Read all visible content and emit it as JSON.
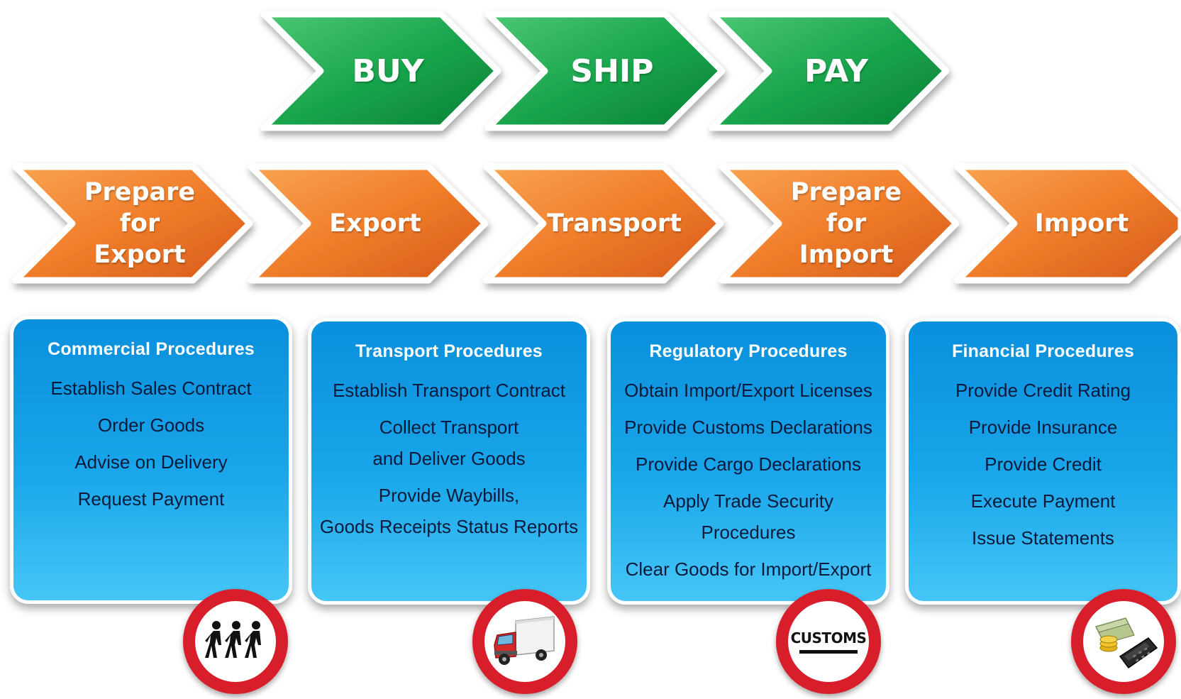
{
  "top_flow": [
    {
      "label": "BUY"
    },
    {
      "label": "SHIP"
    },
    {
      "label": "PAY"
    }
  ],
  "process_flow": [
    {
      "label": "Prepare\nfor\nExport"
    },
    {
      "label": "Export"
    },
    {
      "label": "Transport"
    },
    {
      "label": "Prepare\nfor\nImport"
    },
    {
      "label": "Import"
    }
  ],
  "panels": [
    {
      "title": "Commercial Procedures",
      "items": [
        "Establish Sales Contract",
        "Order Goods",
        "Advise on Delivery",
        "Request Payment"
      ]
    },
    {
      "title": "Transport Procedures",
      "items": [
        "Establish Transport Contract",
        "Collect Transport\nand Deliver Goods",
        "Provide Waybills,\nGoods Receipts Status Reports"
      ]
    },
    {
      "title": "Regulatory Procedures",
      "items": [
        "Obtain Import/Export Licenses",
        "Provide Customs Declarations",
        "Provide Cargo Declarations",
        "Apply Trade Security\nProcedures",
        "Clear Goods for Import/Export"
      ]
    },
    {
      "title": "Financial Procedures",
      "items": [
        "Provide Credit Rating",
        "Provide Insurance",
        "Provide Credit",
        "Execute Payment",
        "Issue Statements"
      ]
    }
  ],
  "badges": [
    {
      "icon": "people-walking-icon"
    },
    {
      "icon": "truck-icon"
    },
    {
      "icon": "customs-sign-icon",
      "text": "CUSTOMS"
    },
    {
      "icon": "money-calculator-icon"
    }
  ],
  "colors": {
    "green_dark": "#0b8a3c",
    "green_light": "#3fc26a",
    "orange_dark": "#e0641c",
    "orange_light": "#f7a04a",
    "panel_blue": "#0a8fdc",
    "badge_red": "#d81e2a"
  }
}
